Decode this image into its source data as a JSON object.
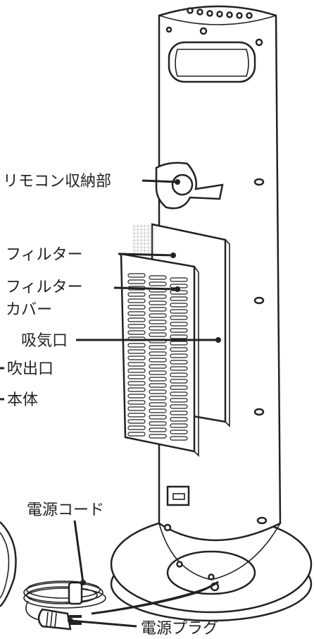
{
  "labels": {
    "remote_storage": "リモコン収納部",
    "filter": "フィルター",
    "filter_cover_line1": "フィルター",
    "filter_cover_line2": "カバー",
    "intake": "吸気口",
    "outlet": "吹出口",
    "body": "本体",
    "power_cord": "電源コード",
    "power_plug": "電源プラグ"
  }
}
